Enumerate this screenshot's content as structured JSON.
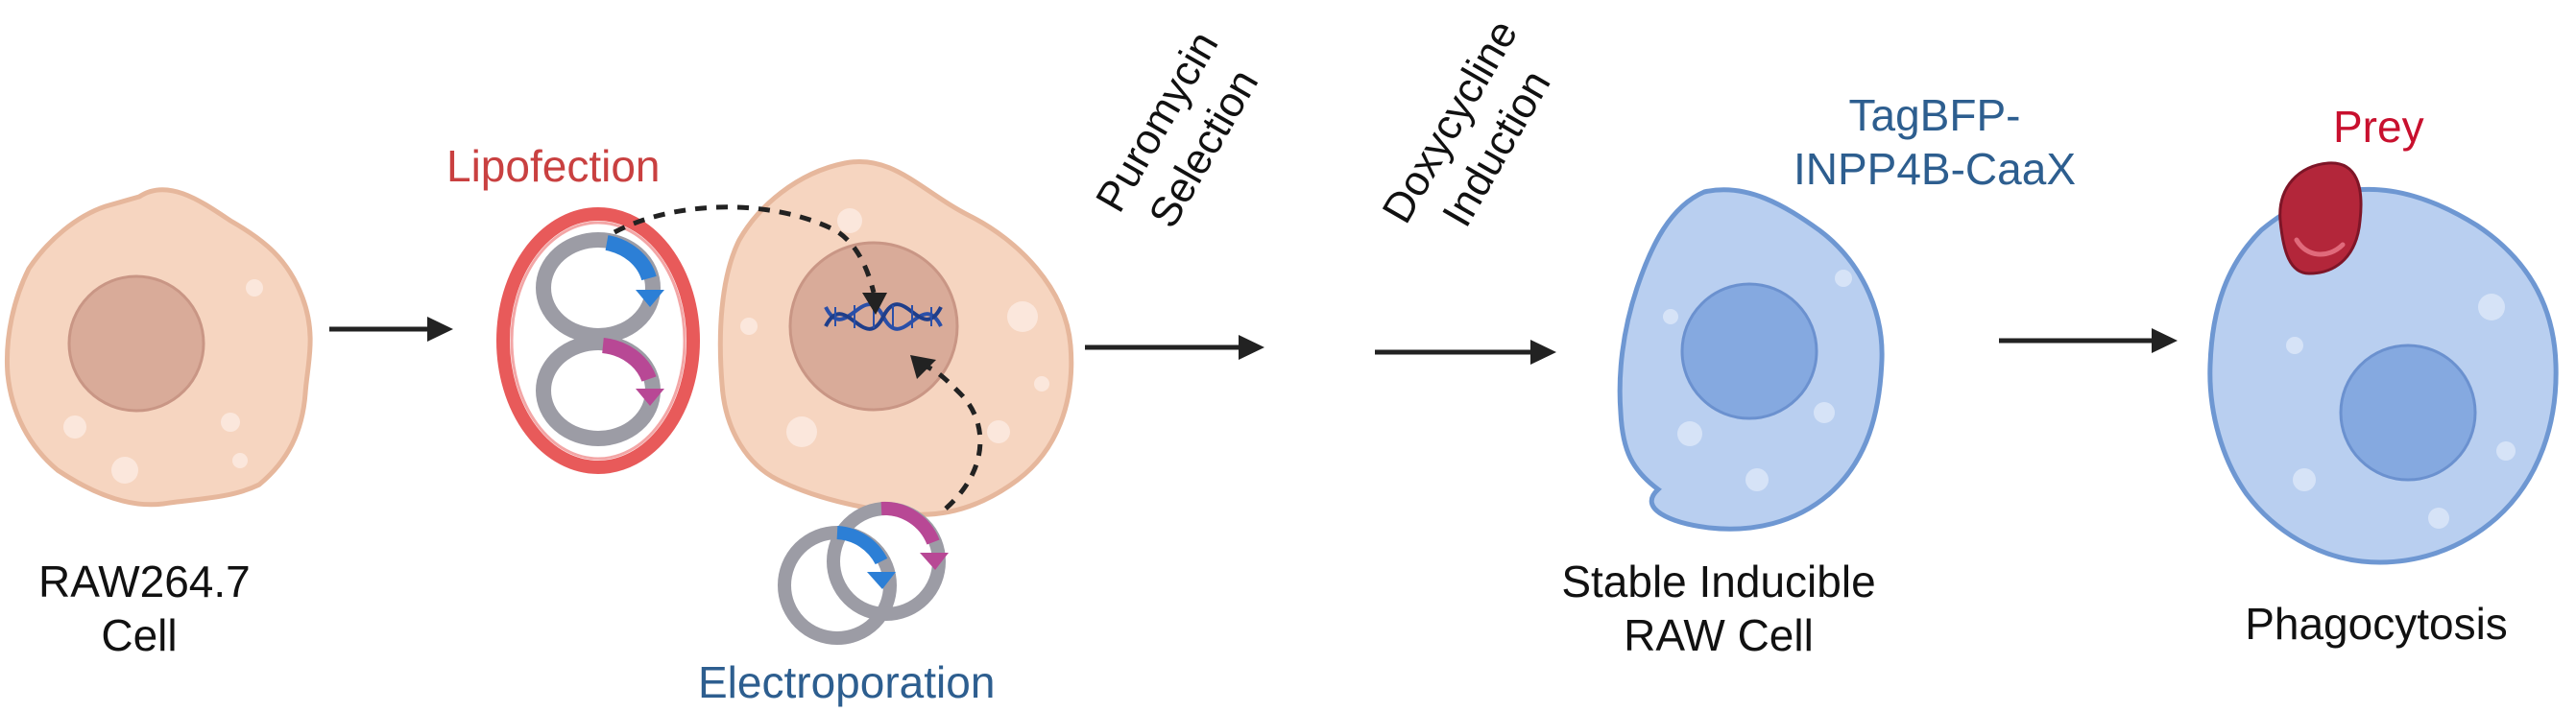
{
  "colors": {
    "cell_fill": "#f6d5c0",
    "cell_edge": "#e6b79c",
    "nucleus_fill": "#d9ab99",
    "blue_cell_fill": "#b9cff0",
    "blue_cell_edge": "#6e97d2",
    "blue_nucleus": "#85a9e0",
    "lipofection_red": "#c94040",
    "electroporation_blue": "#2d5e8f",
    "prey_red": "#c8102e",
    "plasmid_gray": "#9c9ca5",
    "insert_blue": "#2c7fd6",
    "insert_magenta": "#b84895",
    "dna_blue": "#2a4fa8",
    "arrow": "#222222"
  },
  "labels": {
    "raw_cell": [
      "RAW264.7",
      "Cell"
    ],
    "lipofection": "Lipofection",
    "electroporation": "Electroporation",
    "puromycin": [
      "Puromycin",
      "Selection"
    ],
    "doxycycline": [
      "Doxycycline",
      "Induction"
    ],
    "construct": [
      "TagBFP-",
      "INPP4B-CaaX"
    ],
    "stable": [
      "Stable Inducible",
      "RAW Cell"
    ],
    "prey": "Prey",
    "phagocytosis": "Phagocytosis"
  },
  "icons": [
    "raw-cell",
    "lipid-vesicle-with-plasmids",
    "plasmid",
    "dna-double-helix",
    "fluorescent-raw-cell",
    "prey-particle",
    "process-arrow"
  ]
}
